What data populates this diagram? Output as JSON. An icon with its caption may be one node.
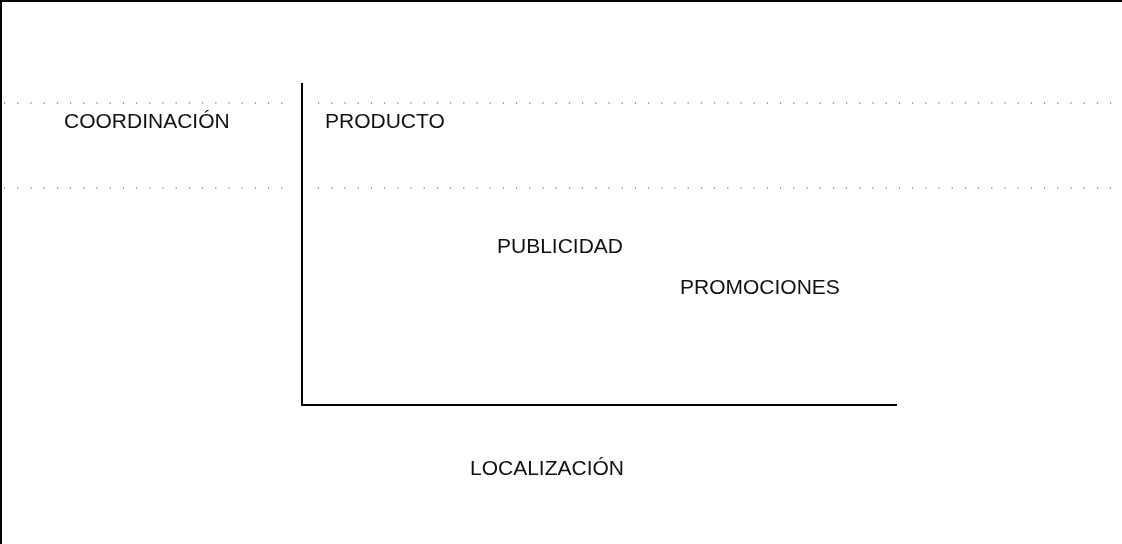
{
  "diagram": {
    "labels": [
      "COORDINACIÓN",
      "PRODUCTO",
      "PUBLICIDAD",
      "PROMOCIONES",
      "LOCALIZACIÓN"
    ]
  }
}
